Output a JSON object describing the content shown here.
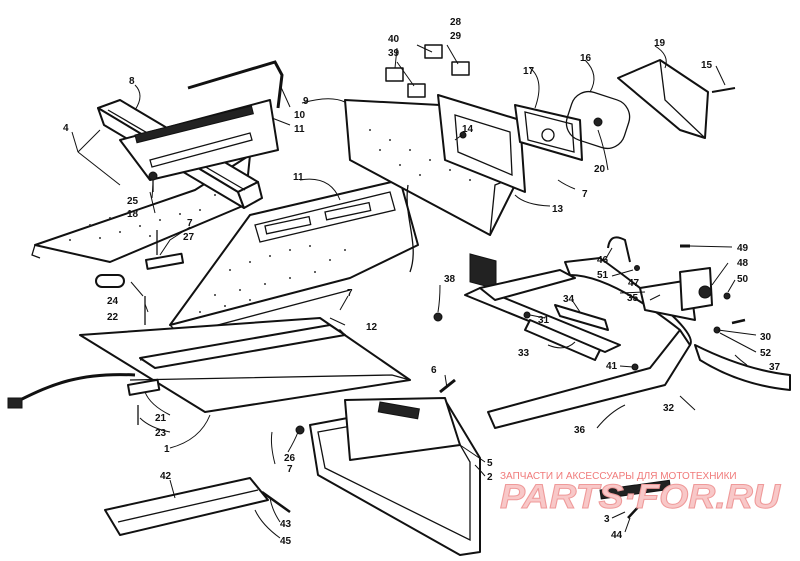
{
  "labels": {
    "l1": "1",
    "l2": "2",
    "l3": "3",
    "l4": "4",
    "l5": "5",
    "l6": "6",
    "l7a": "7",
    "l7b": "7",
    "l7c": "7",
    "l7d": "7",
    "l8": "8",
    "l9": "9",
    "l10": "10",
    "l11a": "11",
    "l11b": "11",
    "l12": "12",
    "l13": "13",
    "l14": "14",
    "l15": "15",
    "l16": "16",
    "l17": "17",
    "l18": "18",
    "l19": "19",
    "l20": "20",
    "l21": "21",
    "l22": "22",
    "l23": "23",
    "l24": "24",
    "l25": "25",
    "l26": "26",
    "l27": "27",
    "l28": "28",
    "l29": "29",
    "l30": "30",
    "l31": "31",
    "l32": "32",
    "l33": "33",
    "l34": "34",
    "l35": "35",
    "l36": "36",
    "l37": "37",
    "l38": "38",
    "l39": "39",
    "l40": "40",
    "l41": "41",
    "l42": "42",
    "l43": "43",
    "l44": "44",
    "l45": "45",
    "l46": "46",
    "l47": "47",
    "l48": "48",
    "l49": "49",
    "l50": "50",
    "l51": "51",
    "l52": "52"
  },
  "watermark": {
    "tagline": "ЗАПЧАСТИ И АКСЕССУАРЫ ДЛЯ МОТОТЕХНИКИ",
    "logo": "PARTS·FOR.RU"
  },
  "colors": {
    "ink": "#111111",
    "watermark": "#f07a7a"
  }
}
